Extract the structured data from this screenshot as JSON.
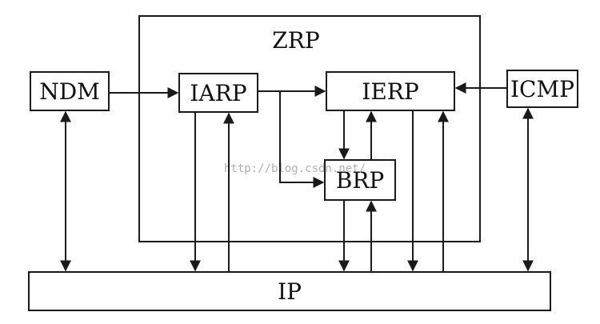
{
  "diagram": {
    "container_label": "ZRP",
    "nodes": {
      "ndm": "NDM",
      "iarp": "IARP",
      "ierp": "IERP",
      "icmp": "ICMP",
      "brp": "BRP",
      "ip": "IP"
    },
    "watermark": "http://blog.csdn.net/"
  }
}
